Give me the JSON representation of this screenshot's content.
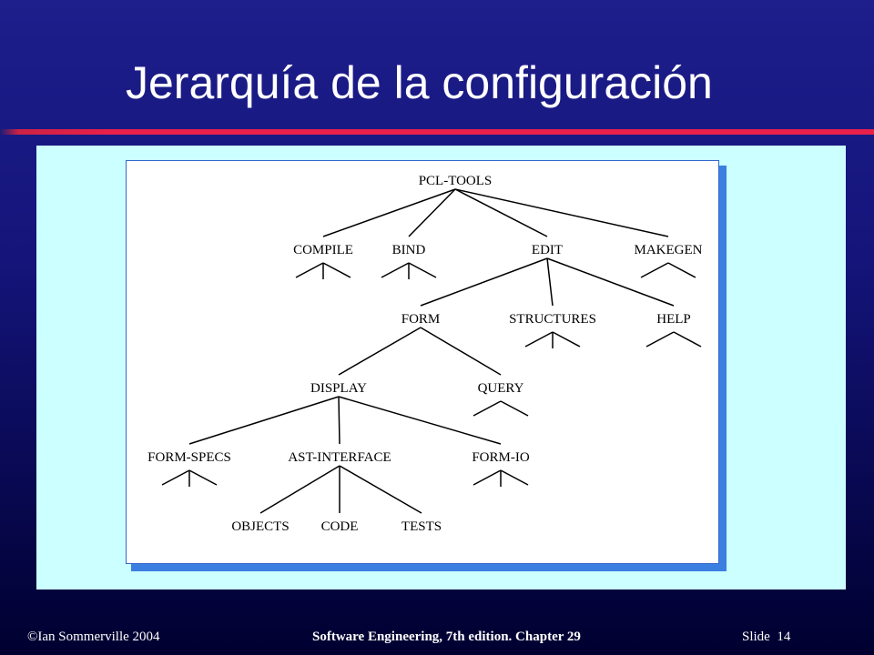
{
  "slide": {
    "title": "Jerarquía de la configuración"
  },
  "tree": {
    "nodes": [
      {
        "id": "pcl-tools",
        "label": "PCL-TOOLS",
        "parent": null
      },
      {
        "id": "compile",
        "label": "COMPILE",
        "parent": "pcl-tools",
        "collapsed": true
      },
      {
        "id": "bind",
        "label": "BIND",
        "parent": "pcl-tools",
        "collapsed": true
      },
      {
        "id": "edit",
        "label": "EDIT",
        "parent": "pcl-tools"
      },
      {
        "id": "makegen",
        "label": "MAKEGEN",
        "parent": "pcl-tools",
        "collapsed": true
      },
      {
        "id": "form",
        "label": "FORM",
        "parent": "edit"
      },
      {
        "id": "structures",
        "label": "STRUCTURES",
        "parent": "edit",
        "collapsed": true
      },
      {
        "id": "help",
        "label": "HELP",
        "parent": "edit",
        "collapsed": true
      },
      {
        "id": "display",
        "label": "DISPLAY",
        "parent": "form"
      },
      {
        "id": "query",
        "label": "QUERY",
        "parent": "form",
        "collapsed": true
      },
      {
        "id": "form-specs",
        "label": "FORM-SPECS",
        "parent": "display",
        "collapsed": true
      },
      {
        "id": "ast-interface",
        "label": "AST-INTERFACE",
        "parent": "display"
      },
      {
        "id": "form-io",
        "label": "FORM-IO",
        "parent": "display",
        "collapsed": true
      },
      {
        "id": "objects",
        "label": "OBJECTS",
        "parent": "ast-interface"
      },
      {
        "id": "code",
        "label": "CODE",
        "parent": "ast-interface"
      },
      {
        "id": "tests",
        "label": "TESTS",
        "parent": "ast-interface"
      }
    ]
  },
  "footer": {
    "copyright": "©Ian Sommerville 2004",
    "book": "Software Engineering, 7th edition. Chapter 29",
    "slide_label": "Slide",
    "slide_number": "14"
  },
  "colors": {
    "background_top": "#1e1e8c",
    "background_bottom": "#000030",
    "accent_rule": "#e8204a",
    "panel": "#ccffff",
    "card_shadow": "#3b7fe0"
  }
}
